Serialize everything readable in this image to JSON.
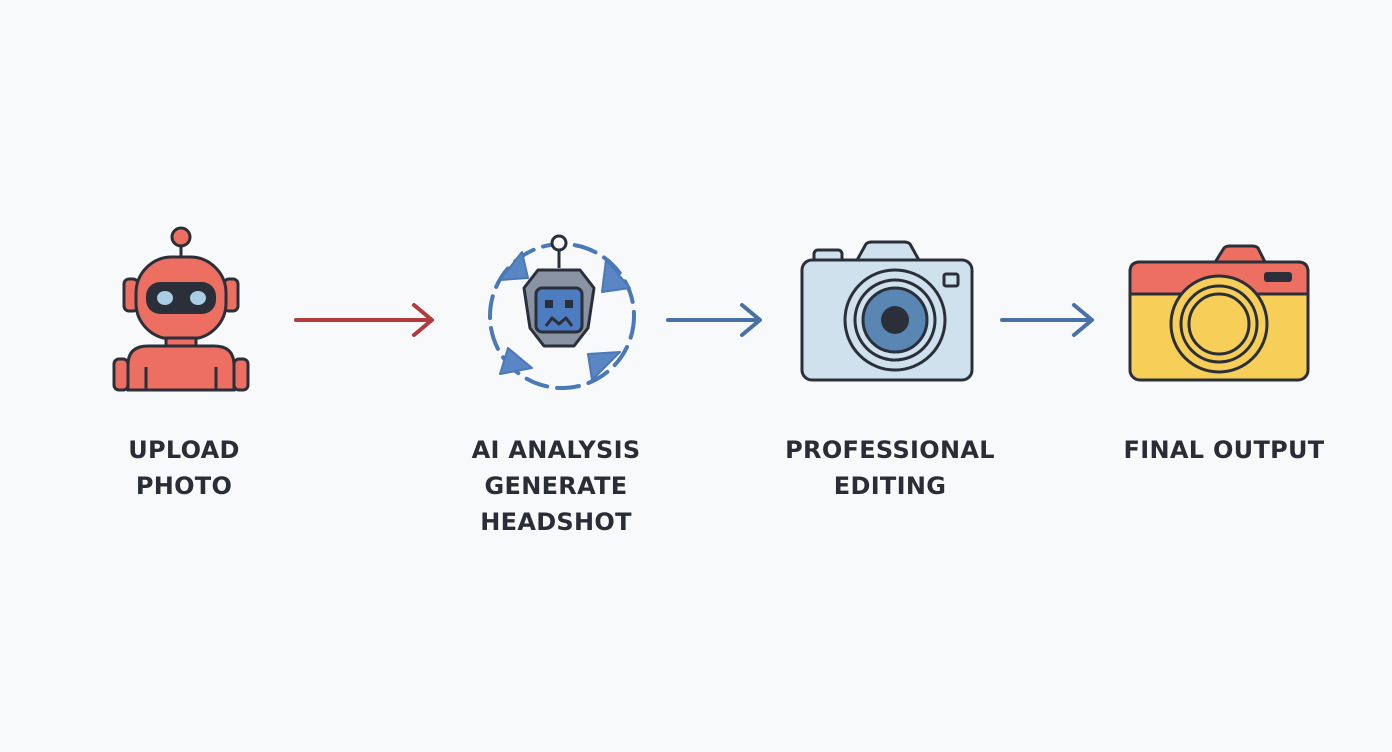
{
  "steps": [
    {
      "icon": "robot-icon",
      "label_lines": [
        "UPLOAD",
        "PHOTO"
      ]
    },
    {
      "icon": "ai-robot-cycle-icon",
      "label_lines": [
        "AI ANALYSIS",
        "GENERATE",
        "HEADSHOT"
      ]
    },
    {
      "icon": "camera-icon",
      "label_lines": [
        "PROFESSIONAL",
        "EDITING"
      ]
    },
    {
      "icon": "camera-icon",
      "label_lines": [
        "FINAL OUTPUT"
      ]
    }
  ],
  "colors": {
    "background": "#f8f9fa",
    "outline": "#2b2f3a",
    "robot_body": "#ec6f62",
    "robot_visor": "#2b2f3a",
    "robot_eyes": "#a9cde3",
    "ai_blue": "#4a78b8",
    "ai_face": "#4e7cc0",
    "ai_gray": "#8a93a3",
    "camera_body": "#cfe1ec",
    "camera_lens": "#5a86b4",
    "final_top": "#ec6f62",
    "final_body": "#f7cf58",
    "arrow_red": "#b23a3a",
    "arrow_blue": "#4a70a8",
    "text": "#2a2d35"
  }
}
